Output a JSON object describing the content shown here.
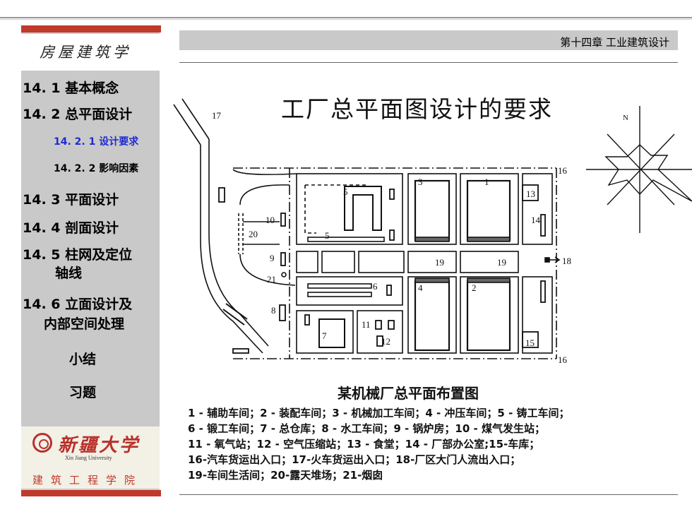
{
  "header": {
    "chapter": "第十四章 工业建筑设计"
  },
  "brand": {
    "course": "房屋建筑学"
  },
  "sidebar": {
    "items": [
      {
        "label": "14. 1 基本概念"
      },
      {
        "label": "14. 2 总平面设计"
      },
      {
        "label": "14. 2. 1 设计要求"
      },
      {
        "label": "14. 2. 2 影响因素"
      },
      {
        "label": "14. 3 平面设计"
      },
      {
        "label": "14. 4 剖面设计"
      },
      {
        "label": "14. 5 柱网及定位"
      },
      {
        "label": "轴线"
      },
      {
        "label": "14. 6 立面设计及"
      },
      {
        "label": "内部空间处理"
      },
      {
        "label": "小结"
      },
      {
        "label": "习题"
      }
    ]
  },
  "university": {
    "name": "新疆大学",
    "english": "Xin Jiang University",
    "school": "建筑工程学院"
  },
  "slide": {
    "title": "工厂总平面图设计的要求",
    "figure_caption": "某机械厂总平面布置图",
    "legend": [
      "1 - 辅助车间；2 - 装配车间；3 - 机械加工车间；4 - 冲压车间；5 - 铸工车间；",
      "6 - 锻工车间；7 - 总仓库；8 - 水工车间；9 - 锅炉房；10 - 煤气发生站；",
      "11 - 氧气站；12 - 空气压缩站；13 - 食堂；14 - 厂部办公室;15-车库；",
      "16-汽车货运出入口；17-火车货运出入口；18-厂区大门人流出入口；",
      "19-车间生活间；20-露天堆场；21-烟囱"
    ]
  },
  "plan": {
    "labels": [
      "17",
      "16",
      "5",
      "3",
      "1",
      "13",
      "14",
      "10",
      "20",
      "5",
      "9",
      "19",
      "19",
      "18",
      "21",
      "6",
      "4",
      "2",
      "8",
      "11",
      "7",
      "12",
      "15",
      "16"
    ],
    "compass": "N"
  },
  "colors": {
    "accent_red": "#c0392b",
    "active_nav": "#1f2bd1",
    "panel_gray": "#c9c9c9"
  }
}
